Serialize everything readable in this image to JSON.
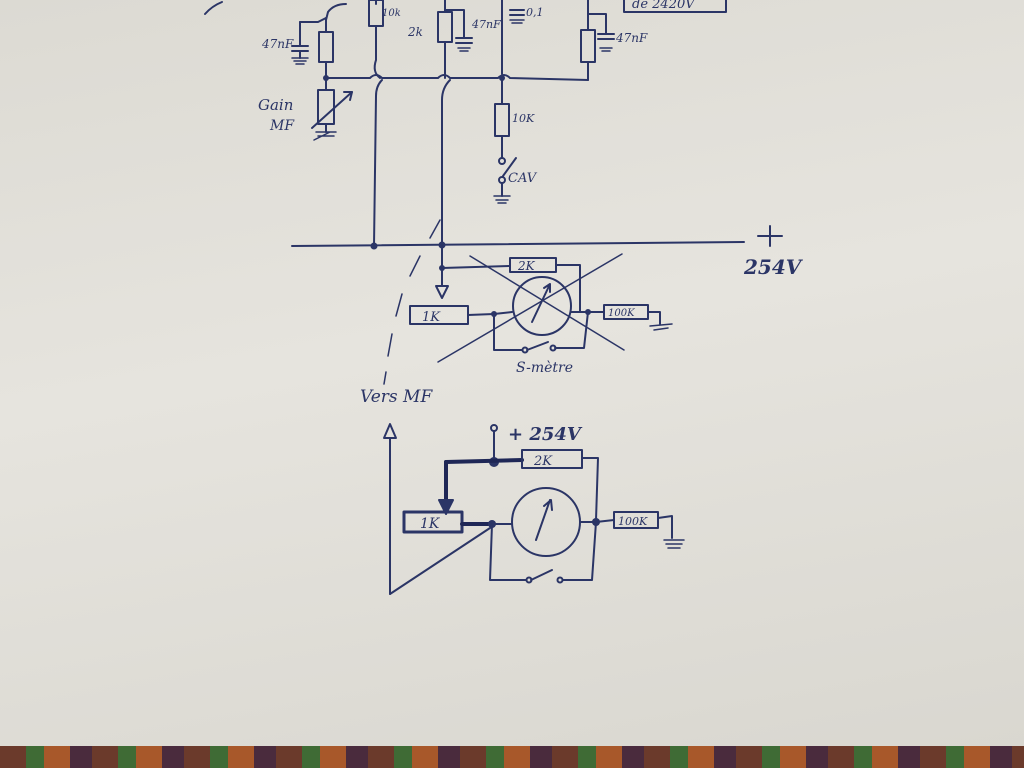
{
  "labels": {
    "c_47nf_left": "47nF",
    "r_10k_top": "10k",
    "r_2k_top": "2k",
    "c_47nf_mid": "47nF",
    "c_01": "0,1",
    "c_47nf_right": "47nF",
    "boxed_note": "de 2420V",
    "gain_label_1": "Gain",
    "gain_label_2": "MF",
    "r_10k_cav": "10K",
    "cav_label": "CAV",
    "plus_sign": "+",
    "voltage_254": "254V",
    "upper_r_2k": "2K",
    "upper_pot_1k": "1K",
    "upper_r_100k": "100K",
    "s_meter": "S-mètre",
    "vers_mf": "Vers MF",
    "supply_label": "+ 254V",
    "lower_r_2k": "2K",
    "lower_pot_1k": "1K",
    "lower_r_100k": "100K"
  }
}
